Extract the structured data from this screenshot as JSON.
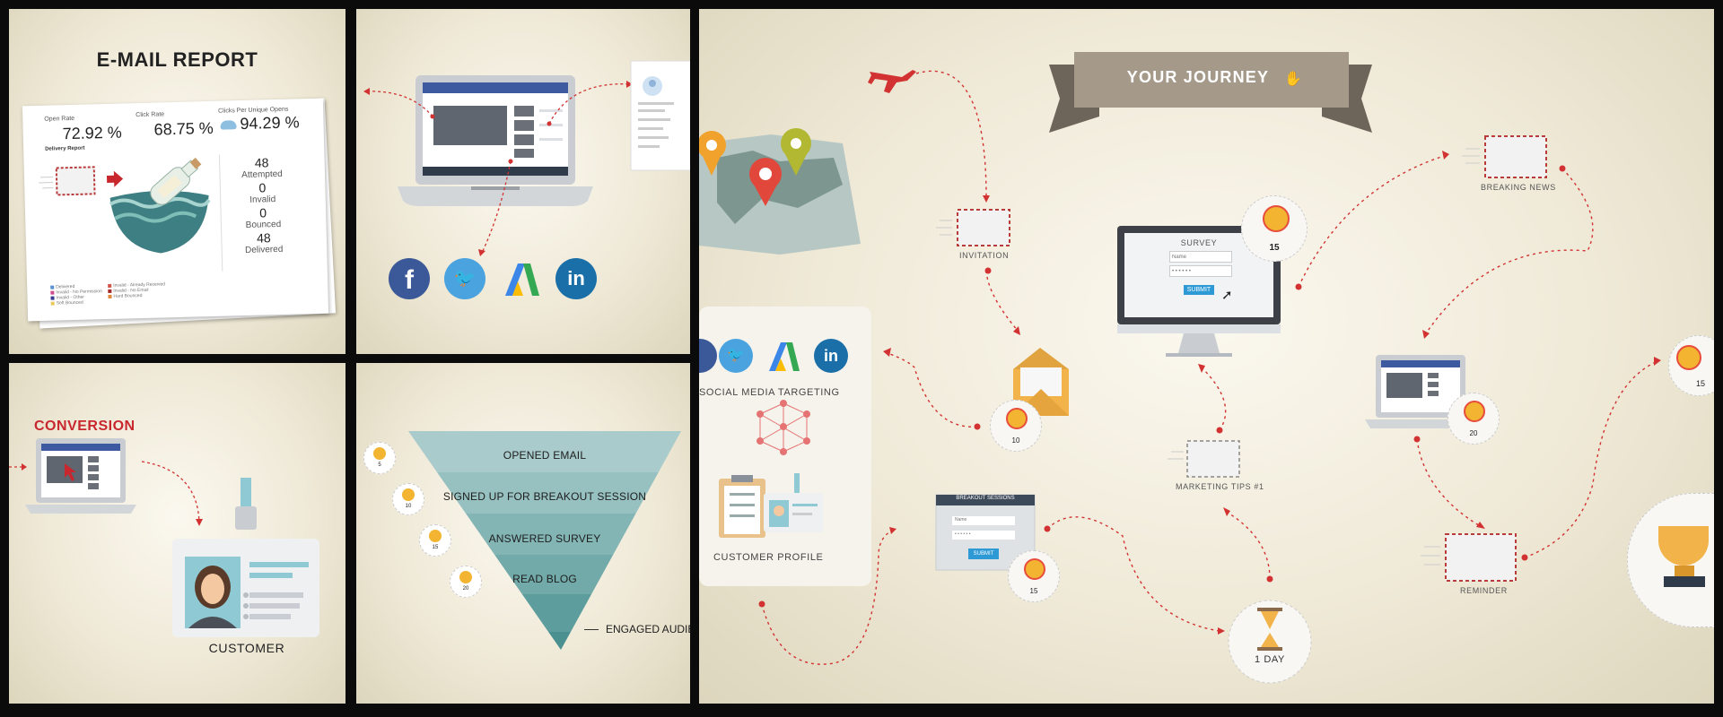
{
  "email_report": {
    "title": "E-MAIL REPORT",
    "open_rate_label": "Open Rate",
    "open_rate_value": "72.92 %",
    "click_rate_label": "Click Rate",
    "click_rate_value": "68.75 %",
    "clicks_unique_label": "Clicks Per Unique Opens",
    "clicks_unique_value": "94.29 %",
    "delivery_report_label": "Delivery Report",
    "attempted_value": "48",
    "attempted_label": "Attempted",
    "invalid_value": "0",
    "invalid_label": "Invalid",
    "bounced_value": "0",
    "bounced_label": "Bounced",
    "delivered_value": "48",
    "delivered_label": "Delivered",
    "legend": [
      "Delivered",
      "Invalid - No Permission",
      "Invalid - Other",
      "Soft Bounced",
      "Invalid - Already Received",
      "Invalid - No Email",
      "Hard Bounced"
    ],
    "colors": {
      "accent": "#c8272e",
      "wave": "#5d9c9c"
    }
  },
  "social": {
    "networks": [
      "facebook",
      "twitter",
      "adwords",
      "linkedin"
    ],
    "facebook_glyph": "f",
    "twitter_glyph": "🐦",
    "linkedin_glyph": "in"
  },
  "conversion": {
    "title": "CONVERSION",
    "customer_label": "CUSTOMER",
    "colors": {
      "title": "#c8272e"
    }
  },
  "funnel": {
    "stages": [
      "OPENED EMAIL",
      "SIGNED UP FOR BREAKOUT SESSION",
      "ANSWERED SURVEY",
      "READ BLOG"
    ],
    "engaged_label": "ENGAGED AUDIEN",
    "badges": [
      "5",
      "10",
      "15",
      "20"
    ],
    "colors": [
      "#a9cbcb",
      "#97c0c0",
      "#84b5b5",
      "#72a9a9",
      "#5e9d9d",
      "#4a9090"
    ]
  },
  "journey": {
    "banner_title": "YOUR JOURNEY",
    "invitation_label": "INVITATION",
    "breaking_news_label": "BREAKING NEWS",
    "survey_title": "SURVEY",
    "survey_name_placeholder": "Name",
    "survey_password_placeholder": "• • • • • •",
    "survey_submit": "SUBMIT",
    "social_media_label": "SOCIAL MEDIA TARGETING",
    "customer_profile_label": "CUSTOMER PROFILE",
    "marketing_tips_label": "MARKETING TIPS #1",
    "reminder_label": "REMINDER",
    "breakout_title": "BREAKOUT SESSIONS",
    "breakout_name_placeholder": "Name",
    "breakout_password_placeholder": "• • • • • •",
    "breakout_submit": "SUBMIT",
    "one_day_label": "1 DAY",
    "badge_survey": "15",
    "badge_envelope": "10",
    "badge_laptop": "20",
    "badge_breakout": "15",
    "badge_edge": "15",
    "colors": {
      "banner": "#a59a8a",
      "banner_dark": "#6e655a",
      "dash": "#d23232"
    }
  }
}
